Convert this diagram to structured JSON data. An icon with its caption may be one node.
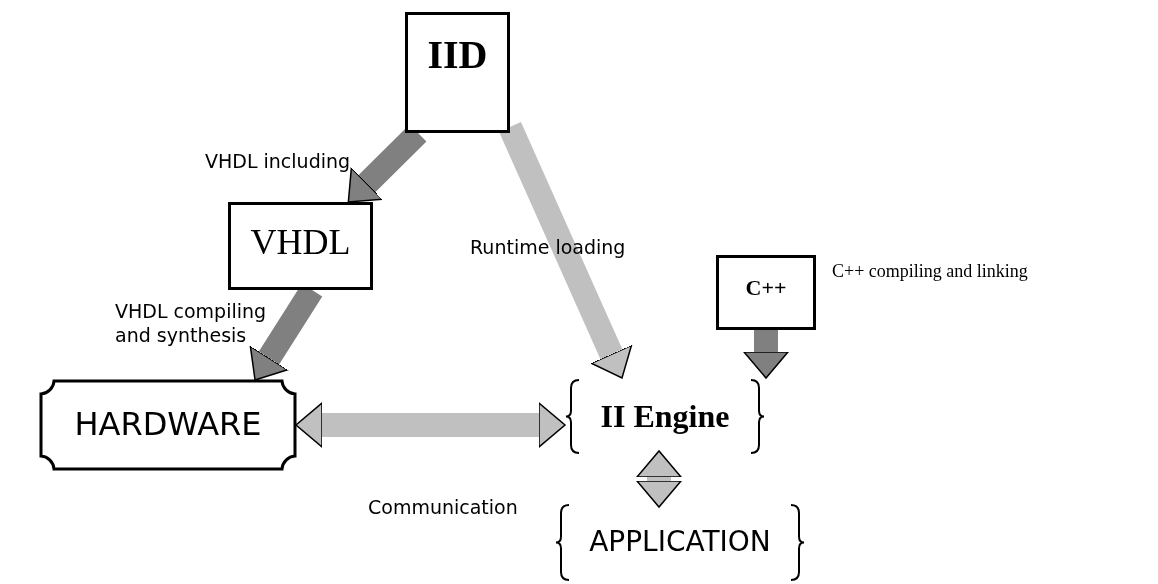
{
  "diagram": {
    "nodes": [
      {
        "text": [
          "IID"
        ]
      },
      {
        "text": [
          "VHDL"
        ]
      },
      {
        "text": [
          "C++"
        ]
      },
      {
        "text": [
          "HARDWARE"
        ]
      },
      {
        "text": [
          "II Engine"
        ]
      },
      {
        "text": [
          "APPLICATION"
        ]
      }
    ],
    "edges": [
      {
        "from": 0,
        "to": 1,
        "arrow": "to",
        "label": "VHDL including",
        "color": "#808080"
      },
      {
        "from": 1,
        "to": 3,
        "arrow": "to",
        "label": "VHDL compiling and synthesis",
        "color": "#808080"
      },
      {
        "from": 0,
        "to": 4,
        "arrow": "to",
        "label": "Runtime loading",
        "color": "#c0c0c0"
      },
      {
        "from": 2,
        "to": 4,
        "arrow": "to",
        "label": "C++ compiling and linking",
        "color": "#808080"
      },
      {
        "from": 3,
        "to": 4,
        "arrow": "both",
        "label": "Communication",
        "color": "#c0c0c0"
      },
      {
        "from": 4,
        "to": 5,
        "arrow": "both",
        "color": "#c0c0c0"
      }
    ]
  }
}
